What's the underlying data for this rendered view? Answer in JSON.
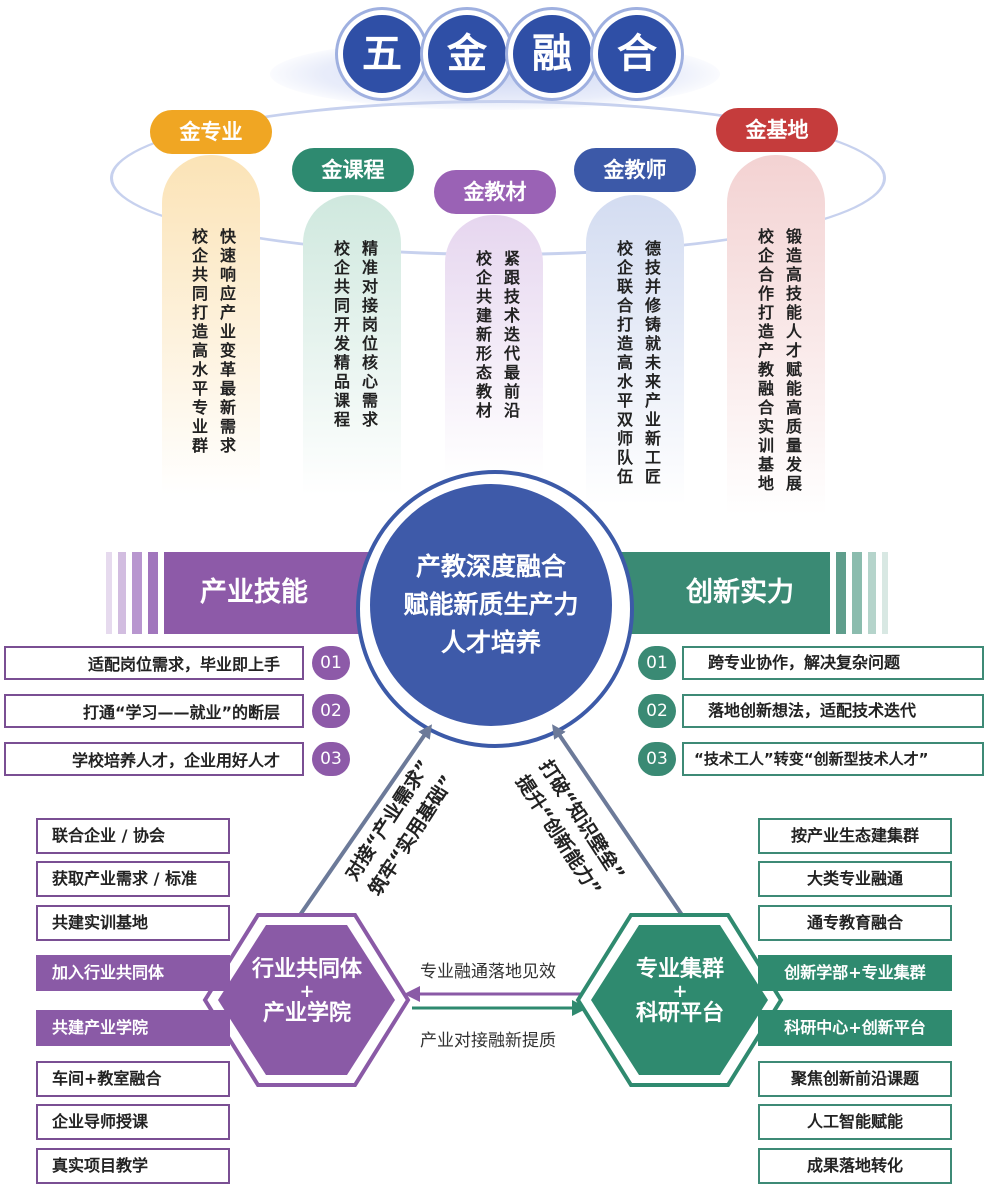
{
  "title": {
    "chars": [
      "五",
      "金",
      "融",
      "合"
    ]
  },
  "golds": [
    {
      "tag": "金专业",
      "color": "#f0a623",
      "pillar": "#fbe3b6",
      "texts": [
        "快速响应产业变革最新需求",
        "校企共同打造高水平专业群"
      ]
    },
    {
      "tag": "金课程",
      "color": "#2e8a70",
      "pillar": "#cfe8de",
      "texts": [
        "精准对接岗位核心需求",
        "校企共同开发精品课程"
      ]
    },
    {
      "tag": "金教材",
      "color": "#9a62b5",
      "pillar": "#e6d6ef",
      "texts": [
        "紧跟技术迭代最前沿",
        "校企共建新形态教材"
      ]
    },
    {
      "tag": "金教师",
      "color": "#3c59a8",
      "pillar": "#d3dcf1",
      "texts": [
        "德技并修铸就未来产业新工匠",
        "校企联合打造高水平双师队伍"
      ]
    },
    {
      "tag": "金基地",
      "color": "#c53c3c",
      "pillar": "#f3d2d2",
      "texts": [
        "锻造高技能人才赋能高质量发展",
        "校企合作打造产教融合实训基地"
      ]
    }
  ],
  "center": {
    "lines": [
      "产教深度融合",
      "赋能新质生产力",
      "人才培养"
    ]
  },
  "left_banner": {
    "label": "产业技能",
    "color": "#8d5aa8"
  },
  "right_banner": {
    "label": "创新实力",
    "color": "#3a8a74"
  },
  "left_items": [
    {
      "text": "适配岗位需求，毕业即上手",
      "num": "01"
    },
    {
      "text": "打通“学习——就业”的断层",
      "num": "02"
    },
    {
      "text": "学校培养人才，企业用好人才",
      "num": "03"
    }
  ],
  "right_items": [
    {
      "text": "跨专业协作，解决复杂问题",
      "num": "01"
    },
    {
      "text": "落地创新想法，适配技术迭代",
      "num": "02"
    },
    {
      "text": "“技术工人”转变“创新型技术人才”",
      "num": "03"
    }
  ],
  "left_hex": {
    "line1": "行业共同体",
    "plus": "+",
    "line2": "产业学院"
  },
  "right_hex": {
    "line1": "专业集群",
    "plus": "+",
    "line2": "科研平台"
  },
  "left_list": [
    {
      "text": "联合企业 / 协会",
      "filled": false
    },
    {
      "text": "获取产业需求 / 标准",
      "filled": false
    },
    {
      "text": "共建实训基地",
      "filled": false
    },
    {
      "text": "加入行业共同体",
      "filled": true
    },
    {
      "text": "共建产业学院",
      "filled": true
    },
    {
      "text": "车间+教室融合",
      "filled": false
    },
    {
      "text": "企业导师授课",
      "filled": false
    },
    {
      "text": "真实项目教学",
      "filled": false
    }
  ],
  "right_list": [
    {
      "text": "按产业生态建集群",
      "filled": false
    },
    {
      "text": "大类专业融通",
      "filled": false
    },
    {
      "text": "通专教育融合",
      "filled": false
    },
    {
      "text": "创新学部+专业集群",
      "filled": true
    },
    {
      "text": "科研中心+创新平台",
      "filled": true
    },
    {
      "text": "聚焦创新前沿课题",
      "filled": false
    },
    {
      "text": "人工智能赋能",
      "filled": false
    },
    {
      "text": "成果落地转化",
      "filled": false
    }
  ],
  "arrows": {
    "left_line1": "对接“产业需求”",
    "left_line2": "筑牢“实用基础”",
    "right_line1": "打破“知识壁垒”",
    "right_line2": "提升“创新能力”",
    "top_flow": "专业融通落地见效",
    "bottom_flow": "产业对接融新提质"
  }
}
